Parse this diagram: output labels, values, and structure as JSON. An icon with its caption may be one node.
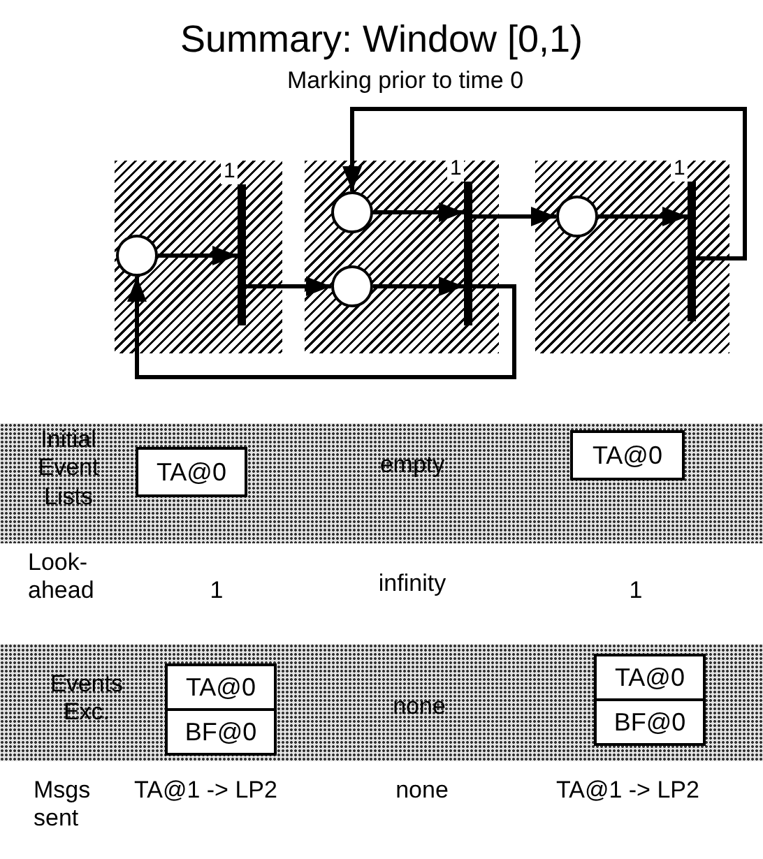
{
  "diagram": {
    "title": "Summary: Window [0,1)",
    "nodes": [
      {
        "text": [],
        "shape": "box"
      },
      {
        "text": [],
        "shape": "circle",
        "in": 0
      },
      {
        "text": [],
        "shape": "bar",
        "in": 0,
        "beside": [
          "1"
        ]
      },
      {
        "text": [],
        "shape": "box"
      },
      {
        "text": [],
        "shape": "circle",
        "in": 3
      },
      {
        "text": [],
        "shape": "circle",
        "in": 3
      },
      {
        "text": [],
        "shape": "bar",
        "in": 3,
        "beside": [
          "1"
        ]
      },
      {
        "text": [],
        "shape": "box"
      },
      {
        "text": [],
        "shape": "circle",
        "in": 7
      },
      {
        "text": [],
        "shape": "bar",
        "in": 7,
        "beside": [
          "1"
        ]
      },
      {
        "text": [
          "TA@0"
        ]
      },
      {
        "text": [
          "TA@0"
        ]
      },
      {
        "text": [
          "TA@0"
        ]
      },
      {
        "text": [
          "BF@0"
        ]
      },
      {
        "text": [
          "TA@0"
        ]
      },
      {
        "text": [
          "BF@0"
        ]
      }
    ],
    "edges": [
      {
        "from": 1,
        "to": 2,
        "arrow": "to"
      },
      {
        "from": 2,
        "to": 5,
        "arrow": "to"
      },
      {
        "from": 4,
        "to": 6,
        "arrow": "to"
      },
      {
        "from": 5,
        "to": 6,
        "arrow": "to"
      },
      {
        "from": 6,
        "to": 8,
        "arrow": "to"
      },
      {
        "from": 8,
        "to": 9,
        "arrow": "to"
      },
      {
        "from": 9,
        "to": 4,
        "arrow": "to"
      },
      {
        "from": 6,
        "to": 1,
        "arrow": "to"
      }
    ],
    "labels": [
      "Marking prior to time 0",
      "Initial Event Lists",
      "empty",
      "Look- ahead",
      "1",
      "infinity",
      "1",
      "Events Exc.",
      "none",
      "Msgs sent",
      "TA@1 -> LP2",
      "none",
      "TA@1 -> LP2"
    ]
  }
}
